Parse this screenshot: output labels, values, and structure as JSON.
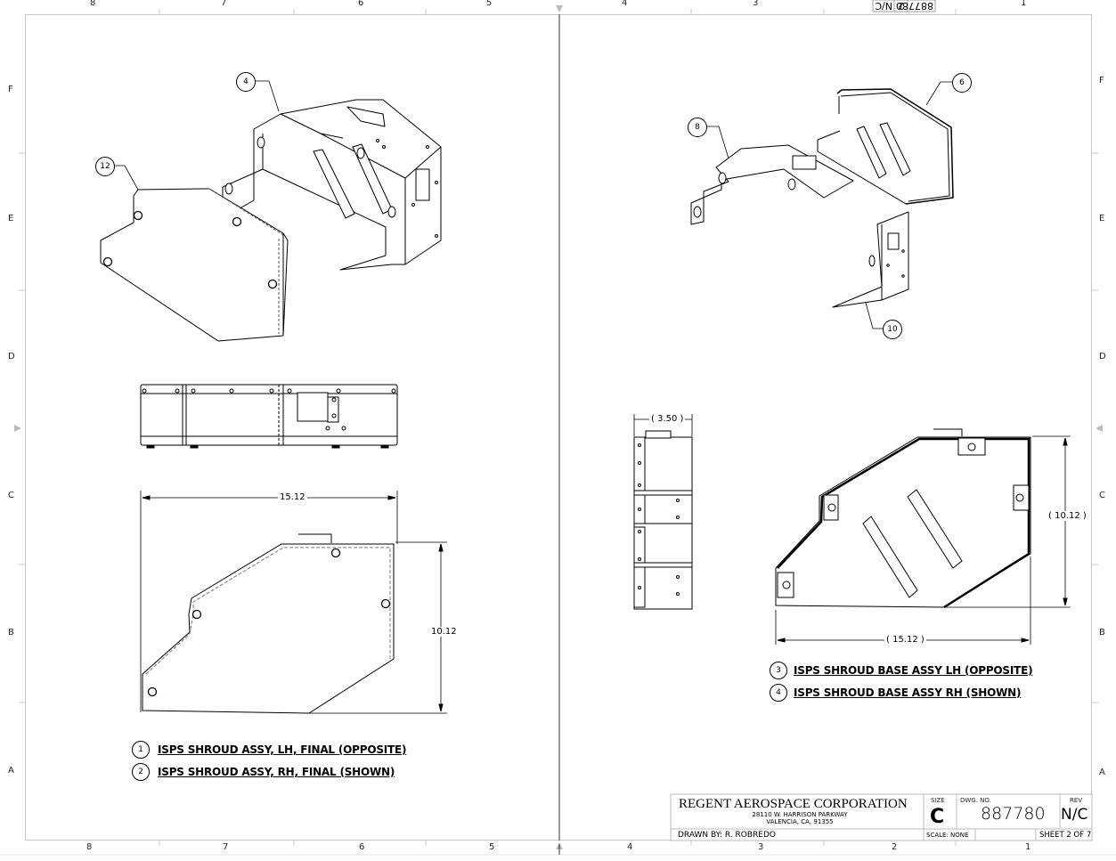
{
  "sheet": {
    "zones_top": [
      "8",
      "7",
      "6",
      "5",
      "4",
      "3",
      "2",
      "1"
    ],
    "zones_bottom": [
      "8",
      "7",
      "6",
      "5",
      "4",
      "3",
      "2",
      "1"
    ],
    "zones_left": [
      "F",
      "E",
      "D",
      "C",
      "B",
      "A"
    ],
    "zones_right": [
      "F",
      "E",
      "D",
      "C",
      "B",
      "A"
    ],
    "top_stamp": {
      "rev": "N/C",
      "sheet": "2",
      "dwg_no": "887780"
    }
  },
  "left_view": {
    "balloons": [
      {
        "id": "4"
      },
      {
        "id": "12"
      }
    ],
    "dimensions": {
      "width": "15.12",
      "height": "10.12"
    },
    "notes": [
      {
        "num": "1",
        "text": "ISPS SHROUD ASSY, LH, FINAL (OPPOSITE)"
      },
      {
        "num": "2",
        "text": "ISPS SHROUD ASSY, RH, FINAL (SHOWN)"
      }
    ]
  },
  "right_view": {
    "balloons": [
      {
        "id": "6"
      },
      {
        "id": "8"
      },
      {
        "id": "10"
      }
    ],
    "dimensions": {
      "depth": "( 3.50 )",
      "width": "( 15.12 )",
      "height": "( 10.12 )"
    },
    "notes": [
      {
        "num": "3",
        "text": "ISPS SHROUD BASE ASSY LH (OPPOSITE)"
      },
      {
        "num": "4",
        "text": "ISPS SHROUD BASE ASSY RH (SHOWN)"
      }
    ]
  },
  "title_block": {
    "company": "REGENT AEROSPACE CORPORATION",
    "address_line1": "28110 W. HARRISON PARKWAY",
    "address_line2": "VALENCIA, CA, 91355",
    "size_label": "SIZE",
    "size": "C",
    "dwg_no_label": "DWG. NO.",
    "dwg_no": "887780",
    "rev_label": "REV",
    "rev": "N/C",
    "drawn_by": "DRAWN BY:  R. ROBREDO",
    "scale": "SCALE: NONE",
    "sheet": "SHEET 2 OF 7"
  }
}
